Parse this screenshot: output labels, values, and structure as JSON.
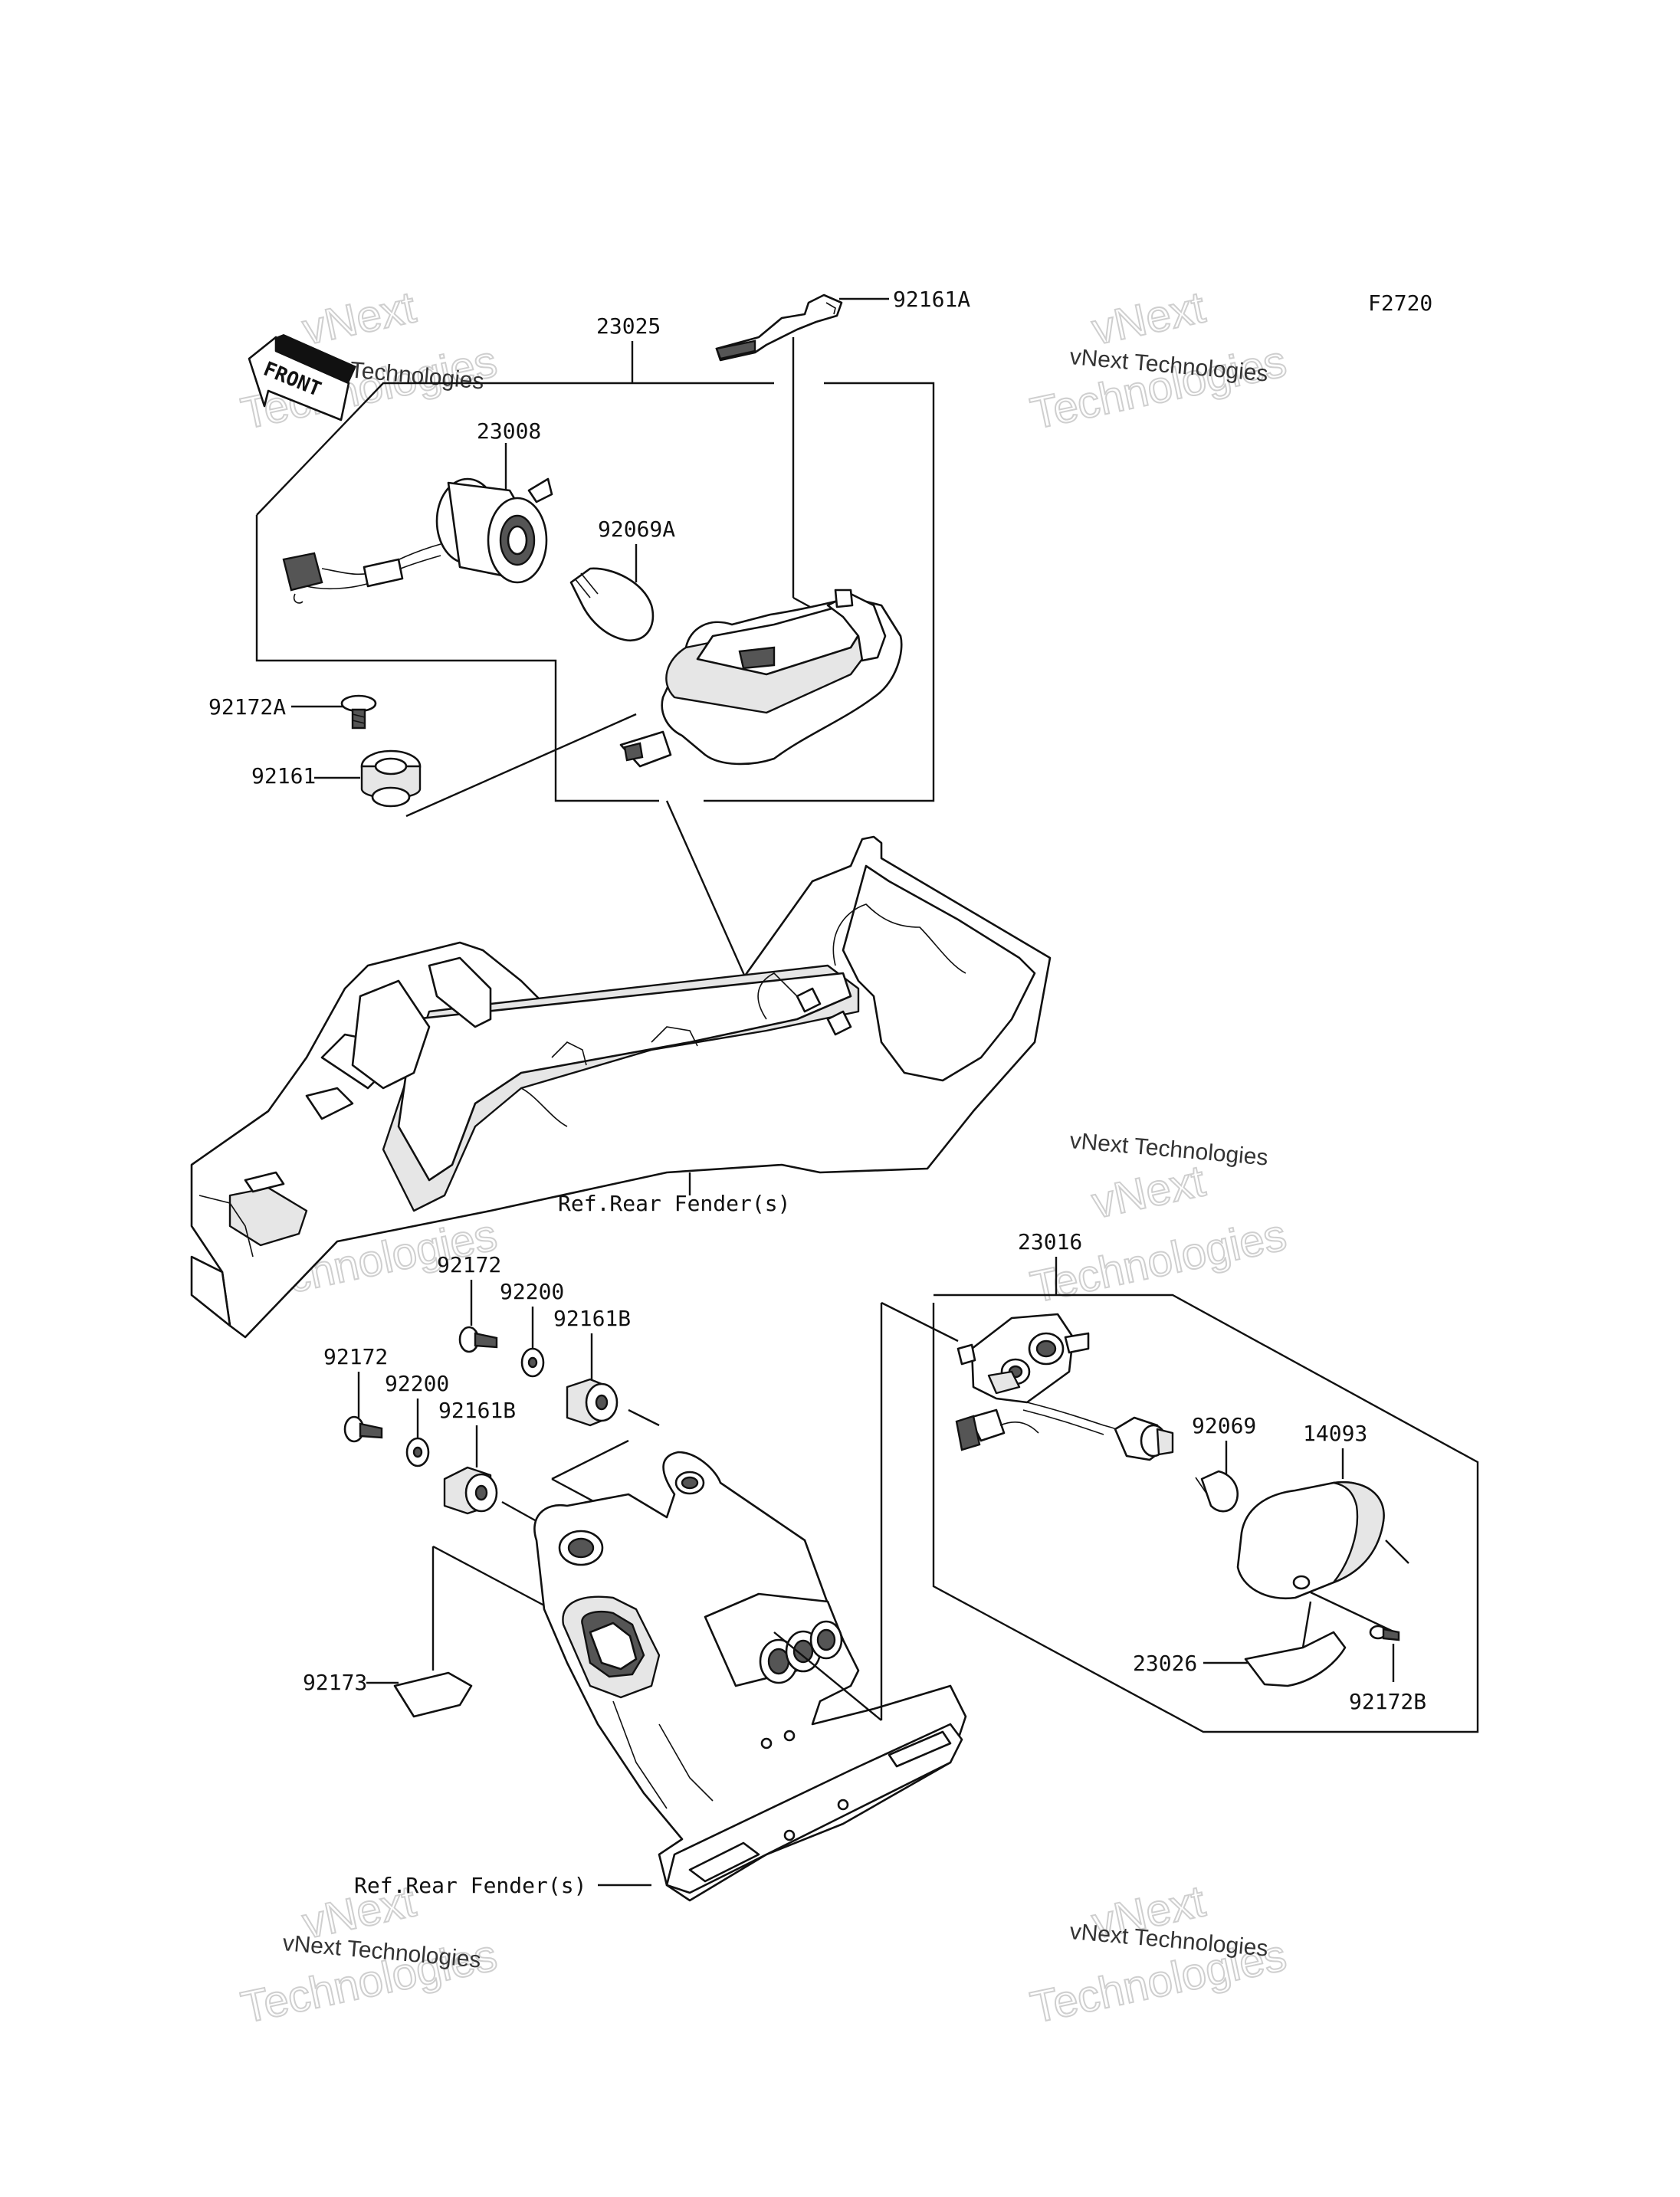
{
  "diagram": {
    "figure_code": "F2720",
    "front_label": "FRONT",
    "part_labels": {
      "p23025": "23025",
      "p92161A": "92161A",
      "p23008": "23008",
      "p92069A": "92069A",
      "p92172A": "92172A",
      "p92161": "92161",
      "ref_fender_1": "Ref.Rear Fender(s)",
      "p23016": "23016",
      "p92172_1": "92172",
      "p92200_1": "92200",
      "p92161B_1": "92161B",
      "p92172_2": "92172",
      "p92200_2": "92200",
      "p92161B_2": "92161B",
      "p92069": "92069",
      "p14093": "14093",
      "p92173": "92173",
      "p23026": "23026",
      "p92172B": "92172B",
      "ref_fender_2": "Ref.Rear Fender(s)"
    },
    "watermark": {
      "line1": "vNext Technologies",
      "big_a": "vNext",
      "big_b": "Technologies"
    }
  }
}
